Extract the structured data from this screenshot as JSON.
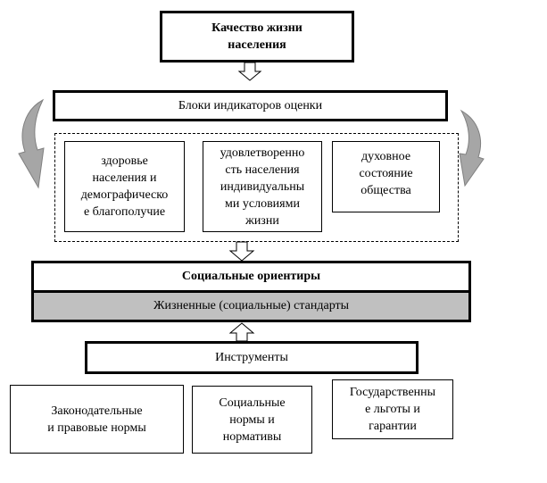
{
  "diagram": {
    "title": "Качество жизни\nнаселения",
    "blocks_header": "Блоки индикаторов оценки",
    "indicator_blocks": [
      "здоровье\nнаселения и\nдемографическо\nе благополучие",
      "удовлетворенно\nсть населения\nиндивидуальны\nми условиями\nжизни",
      "духовное\nсостояние\nобщества"
    ],
    "social_orientations": "Социальные ориентиры",
    "life_standards": "Жизненные  (социальные) стандарты",
    "instruments": "Инструменты",
    "instrument_blocks": [
      "Законодательные\nи правовые нормы",
      "Социальные\nнормы и\nнормативы",
      "Государственны\nе льготы и\nгарантии"
    ]
  },
  "colors": {
    "standards_fill": "#c0c0c0",
    "curved_arrow_fill": "#a6a6a6"
  }
}
